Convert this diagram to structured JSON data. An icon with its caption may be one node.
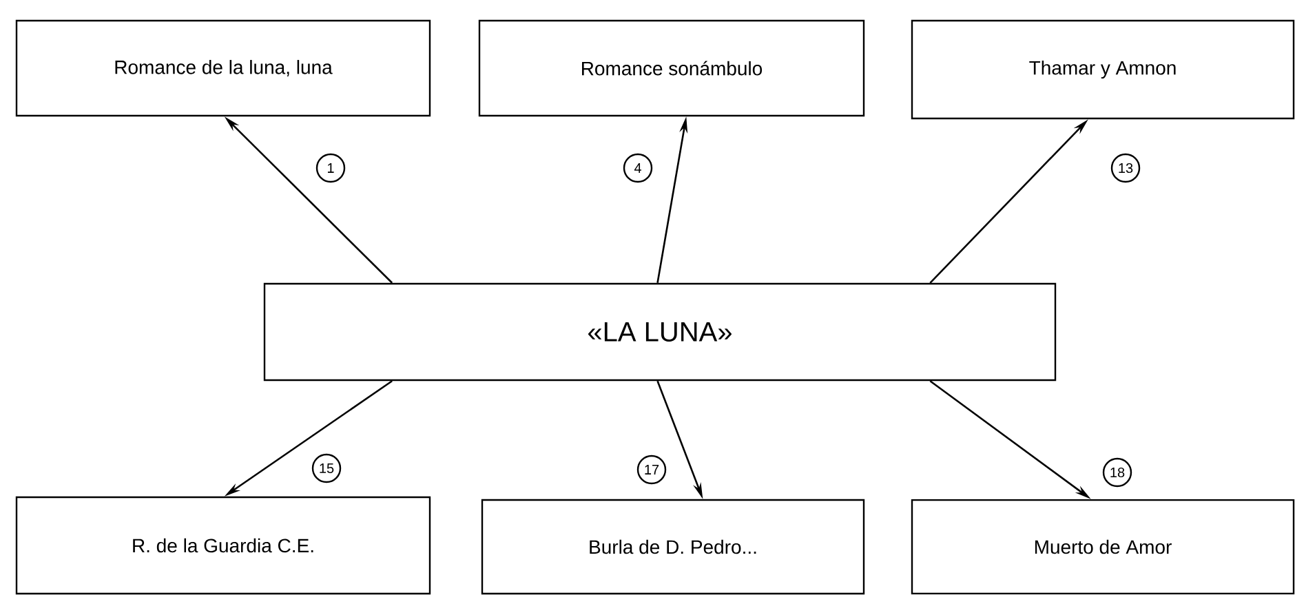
{
  "diagram": {
    "nodes": [
      {
        "text": [
          "Romance de la luna, luna"
        ]
      },
      {
        "text": [
          "Romance sonámbulo"
        ]
      },
      {
        "text": [
          "Thamar y Amnon"
        ]
      },
      {
        "text": [
          "«LA LUNA»"
        ]
      },
      {
        "text": [
          "R. de la Guardia C.E."
        ]
      },
      {
        "text": [
          "Burla de D. Pedro..."
        ]
      },
      {
        "text": [
          "Muerto de Amor"
        ]
      }
    ],
    "edges": [
      {
        "from": 3,
        "to": 0,
        "arrow": "to",
        "label": "1"
      },
      {
        "from": 3,
        "to": 1,
        "arrow": "to",
        "label": "4"
      },
      {
        "from": 3,
        "to": 2,
        "arrow": "to",
        "label": "13"
      },
      {
        "from": 3,
        "to": 4,
        "arrow": "to",
        "label": "15"
      },
      {
        "from": 3,
        "to": 5,
        "arrow": "to",
        "label": "17"
      },
      {
        "from": 3,
        "to": 6,
        "arrow": "to",
        "label": "18"
      }
    ]
  }
}
